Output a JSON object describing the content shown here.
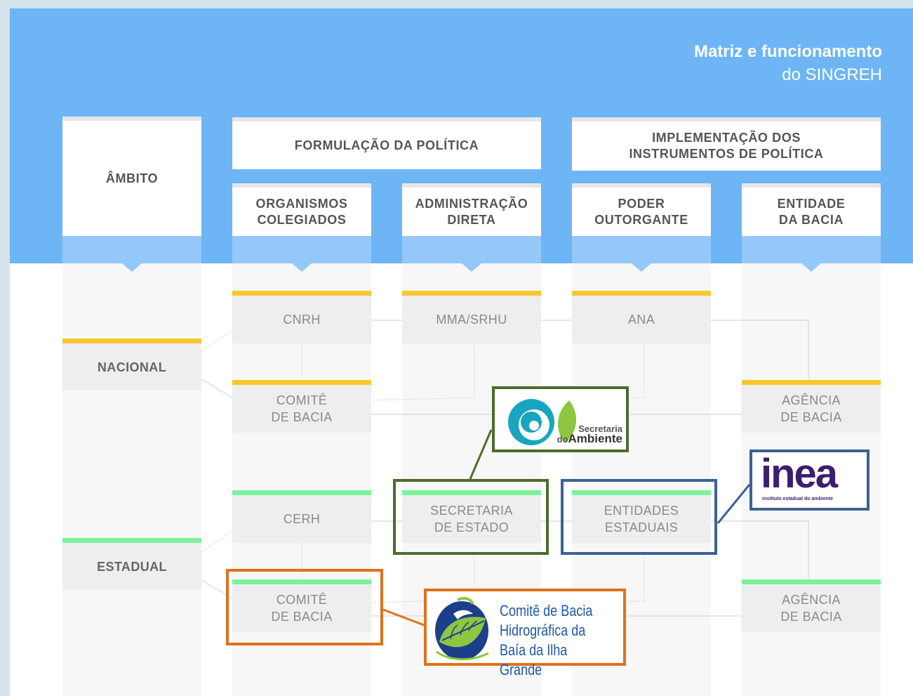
{
  "title": {
    "line1": "Matriz e funcionamento",
    "line2": "do SINGREH"
  },
  "headers": {
    "ambito": "ÂMBITO",
    "formulacao": "FORMULAÇÃO DA POLÍTICA",
    "implementacao": "IMPLEMENTAÇÃO DOS\nINSTRUMENTOS DE POLÍTICA",
    "organismos": "ORGANISMOS\nCOLEGIADOS",
    "administracao": "ADMINISTRAÇÃO\nDIRETA",
    "poder": "PODER\nOUTORGANTE",
    "entidade": "ENTIDADE\nDA BACIA"
  },
  "scopes": {
    "nacional": "NACIONAL",
    "estadual": "ESTADUAL"
  },
  "nodes": {
    "cnrh": "CNRH",
    "mma": "MMA/SRHU",
    "ana": "ANA",
    "comite_nac": "COMITÊ\nDE BACIA",
    "agencia_nac": "AGÊNCIA\nDE BACIA",
    "cerh": "CERH",
    "secretaria_estado": "SECRETARIA\nDE ESTADO",
    "entidades_estaduais": "ENTIDADES\nESTADUAIS",
    "comite_est": "COMITÊ\nDE BACIA",
    "agencia_est": "AGÊNCIA\nDE BACIA"
  },
  "logos": {
    "secretaria_ambiente": {
      "line1": "Secretaria",
      "line2": "do",
      "line3": "Ambiente"
    },
    "inea": {
      "word": "inea",
      "sub": "instituto estadual do ambiente"
    },
    "comite_bacia": {
      "text": "Comitê de Bacia\nHidrográfica da\nBaía da Ilha Grande"
    }
  },
  "colors": {
    "header_blue": "#6db5f5",
    "yellow_bar": "#f5c92e",
    "green_bar": "#7cf39b",
    "highlight_green": "#4e6b2c",
    "highlight_blue": "#3b6295",
    "highlight_orange": "#e0711d"
  }
}
